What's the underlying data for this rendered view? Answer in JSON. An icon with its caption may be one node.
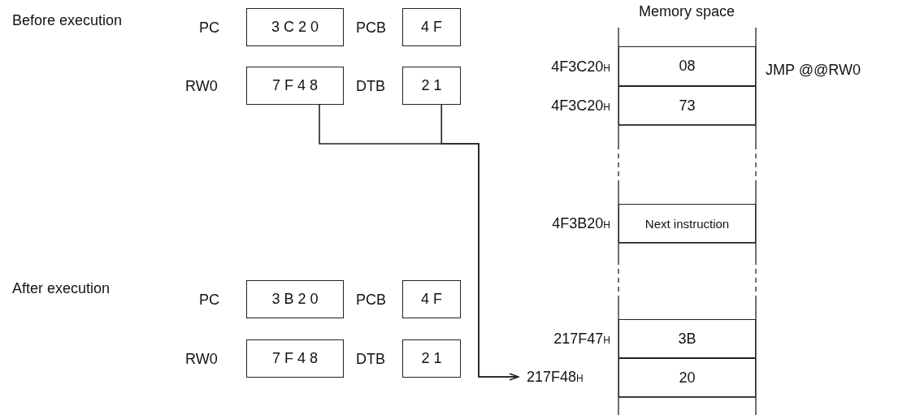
{
  "diagram": {
    "nodes": [
      {
        "text": [
          "3 C 2 0"
        ],
        "beside": [
          "PC"
        ]
      },
      {
        "text": [
          "4 F"
        ],
        "beside": [
          "PCB"
        ]
      },
      {
        "text": [
          "7 F 4 8"
        ],
        "beside": [
          "RW0"
        ]
      },
      {
        "text": [
          "2 1"
        ],
        "beside": [
          "DTB"
        ]
      },
      {
        "text": [
          "08"
        ]
      },
      {
        "text": [
          "73"
        ]
      },
      {
        "text": [
          "Next instruction"
        ]
      },
      {
        "text": [
          "3 B 2 0"
        ],
        "beside": [
          "PC"
        ]
      },
      {
        "text": [
          "4 F"
        ],
        "beside": [
          "PCB"
        ]
      },
      {
        "text": [
          "7 F 4 8"
        ],
        "beside": [
          "RW0"
        ]
      },
      {
        "text": [
          "2 1"
        ],
        "beside": [
          "DTB"
        ]
      },
      {
        "text": [
          "3B"
        ]
      },
      {
        "text": [
          "20"
        ]
      },
      {
        "text": [
          "217F48$_{H}$"
        ]
      }
    ],
    "edges": [
      {
        "from": 2,
        "to": 13,
        "arrow": "to"
      },
      {
        "from": 3,
        "to": 13,
        "arrow": "to"
      }
    ],
    "labels": [
      "Before execution",
      "Memory space",
      "4F3C20$_{H}$",
      "JMP @@RW0",
      "4F3C20$_{H}$",
      "4F3B20$_{H}$",
      "After execution",
      "217F47$_{H}$"
    ]
  }
}
